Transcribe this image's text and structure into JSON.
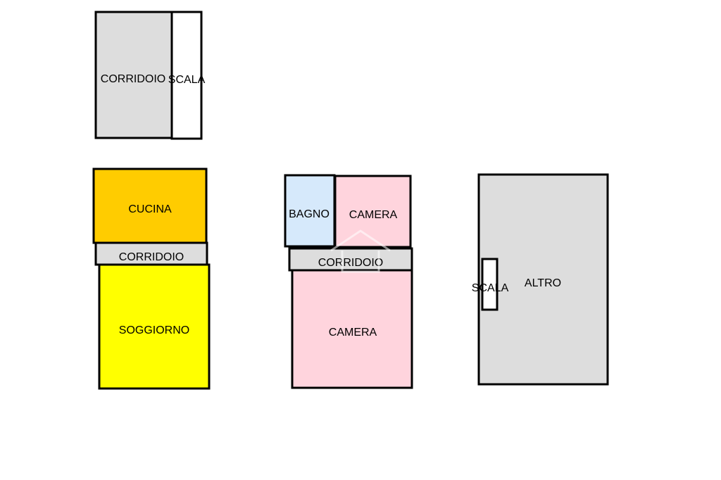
{
  "colors": {
    "corridor": "#dddddd",
    "stair": "#ffffff",
    "kitchen": "#ffcc00",
    "living": "#ffff00",
    "bath": "#d6e9fb",
    "bedroom": "#ffd4dd",
    "other": "#dddddd"
  },
  "upper_block": {
    "corridor_label": "CORRIDOIO",
    "stair_label": "SCALA"
  },
  "left_block": {
    "kitchen_label": "CUCINA",
    "corridor_label": "CORRIDOIO",
    "living_label": "SOGGIORNO"
  },
  "middle_block": {
    "bath_label": "BAGNO",
    "bedroom_top_label": "CAMERA",
    "corridor_label": "CORRIDOIO",
    "bedroom_bottom_label": "CAMERA"
  },
  "right_block": {
    "stair_label": "SCALA",
    "other_label": "ALTRO"
  }
}
